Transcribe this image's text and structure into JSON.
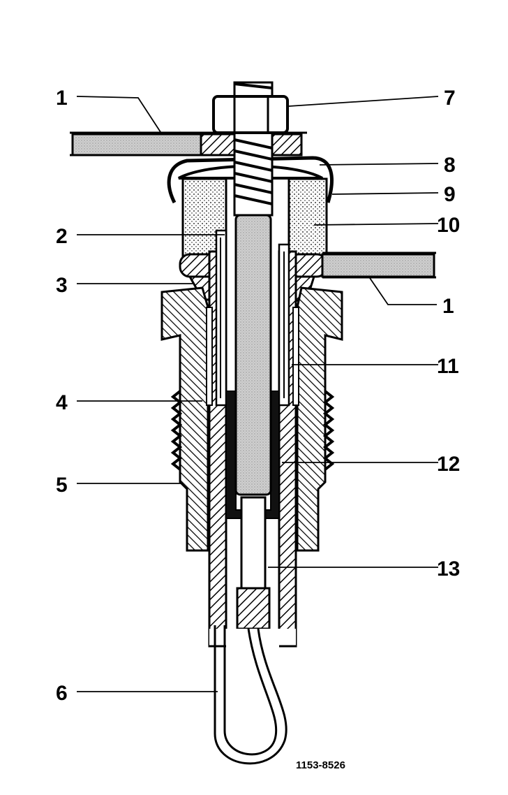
{
  "diagram": {
    "callouts": [
      {
        "id": "L1a",
        "text": "1"
      },
      {
        "id": "L2",
        "text": "2"
      },
      {
        "id": "L3",
        "text": "3"
      },
      {
        "id": "L4",
        "text": "4"
      },
      {
        "id": "L5",
        "text": "5"
      },
      {
        "id": "L6",
        "text": "6"
      },
      {
        "id": "L7",
        "text": "7"
      },
      {
        "id": "L8",
        "text": "8"
      },
      {
        "id": "L9",
        "text": "9"
      },
      {
        "id": "L10",
        "text": "10"
      },
      {
        "id": "L1b",
        "text": "1"
      },
      {
        "id": "L11",
        "text": "11"
      },
      {
        "id": "L12",
        "text": "12"
      },
      {
        "id": "L13",
        "text": "13"
      }
    ],
    "figure_code": "1153-8526"
  },
  "colors": {
    "ink": "#000000",
    "paper": "#ffffff",
    "shade": "#c8c8c8"
  }
}
